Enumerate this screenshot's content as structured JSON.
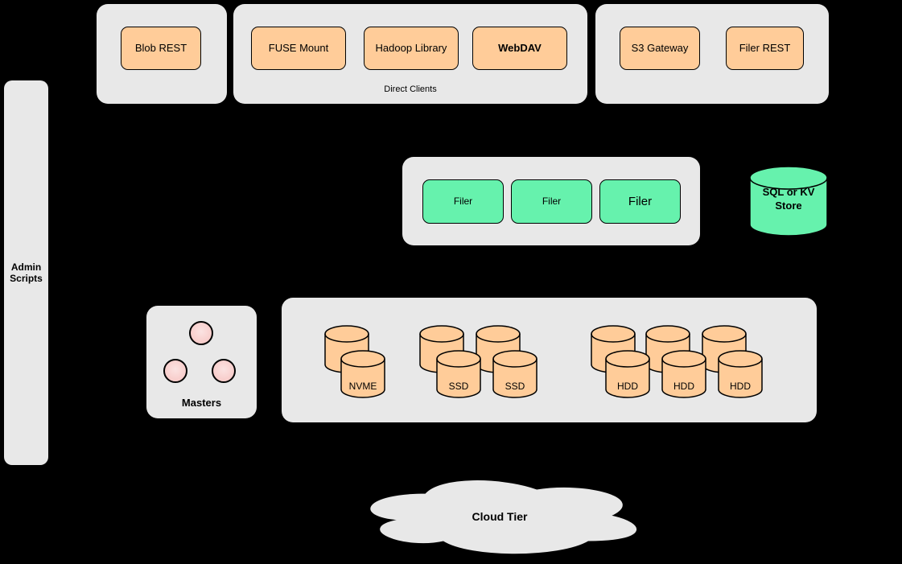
{
  "colors": {
    "background": "#000000",
    "container_fill": "#e8e8e8",
    "client_node_fill": "#ffcc99",
    "filer_node_fill": "#66f2ad",
    "store_cylinder_fill": "#66f2ad",
    "volume_cylinder_fill": "#ffcc99",
    "master_circle_fill": "#f8cecc",
    "stroke": "#000000"
  },
  "admin": {
    "label": "Admin Scripts"
  },
  "top": {
    "blob": {
      "label": "Blob REST"
    },
    "direct_clients": {
      "caption": "Direct Clients",
      "items": [
        {
          "label": "FUSE Mount"
        },
        {
          "label": "Hadoop Library"
        },
        {
          "label": "WebDAV"
        }
      ]
    },
    "gateways": {
      "items": [
        {
          "label": "S3 Gateway"
        },
        {
          "label": "Filer REST"
        }
      ]
    }
  },
  "filers": {
    "items": [
      {
        "label": "Filer"
      },
      {
        "label": "Filer"
      },
      {
        "label": "Filer"
      }
    ]
  },
  "store": {
    "label": "SQL or KV Store"
  },
  "masters": {
    "label": "Masters"
  },
  "volumes": {
    "nvme": {
      "labels": [
        "NVME"
      ]
    },
    "ssd": {
      "labels": [
        "SSD",
        "SSD"
      ]
    },
    "hdd": {
      "labels": [
        "HDD",
        "HDD",
        "HDD"
      ]
    }
  },
  "cloud": {
    "label": "Cloud Tier"
  }
}
